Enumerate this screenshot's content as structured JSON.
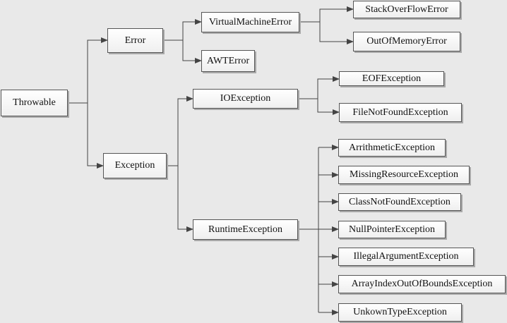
{
  "nodes": {
    "throwable": "Throwable",
    "error": "Error",
    "exception": "Exception",
    "virtual_machine_error": "VirtualMachineError",
    "awt_error": "AWTError",
    "stack_overflow_error": "StackOverFlowError",
    "out_of_memory_error": "OutOfMemoryError",
    "io_exception": "IOException",
    "runtime_exception": "RuntimeException",
    "eof_exception": "EOFException",
    "file_not_found_exception": "FileNotFoundException",
    "arithmetic_exception": "ArrithmeticException",
    "missing_resource_exception": "MissingResourceException",
    "class_not_found_exception": "ClassNotFoundException",
    "null_pointer_exception": "NullPointerException",
    "illegal_argument_exception": "IllegalArgumentException",
    "array_index_out_of_bounds_exception": "ArrayIndexOutOfBoundsException",
    "unknown_type_exception": "UnkownTypeException"
  }
}
